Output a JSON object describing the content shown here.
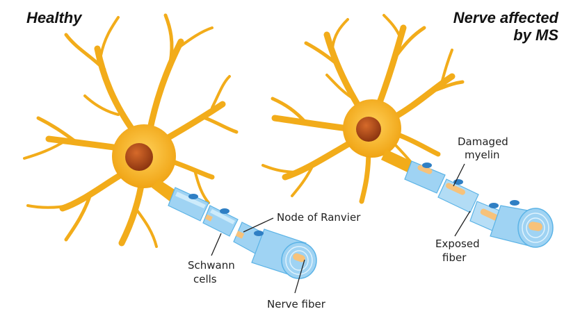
{
  "titles": {
    "healthy": "Healthy",
    "ms_line1": "Nerve affected",
    "ms_line2": "by MS"
  },
  "labels": {
    "node_of_ranvier": "Node of Ranvier",
    "schwann_line1": "Schwann",
    "schwann_line2": "cells",
    "nerve_fiber": "Nerve fiber",
    "damaged_line1": "Damaged",
    "damaged_line2": "myelin",
    "exposed_line1": "Exposed",
    "exposed_line2": "fiber"
  },
  "colors": {
    "neuron": "#f2ac1a",
    "nucleus": "#b0451a",
    "myelin": "#9fd3f3",
    "myelin_outline": "#5bb3e6",
    "schwann_nucleus": "#2f7fc4",
    "nerve_fiber": "#f7c27a"
  }
}
